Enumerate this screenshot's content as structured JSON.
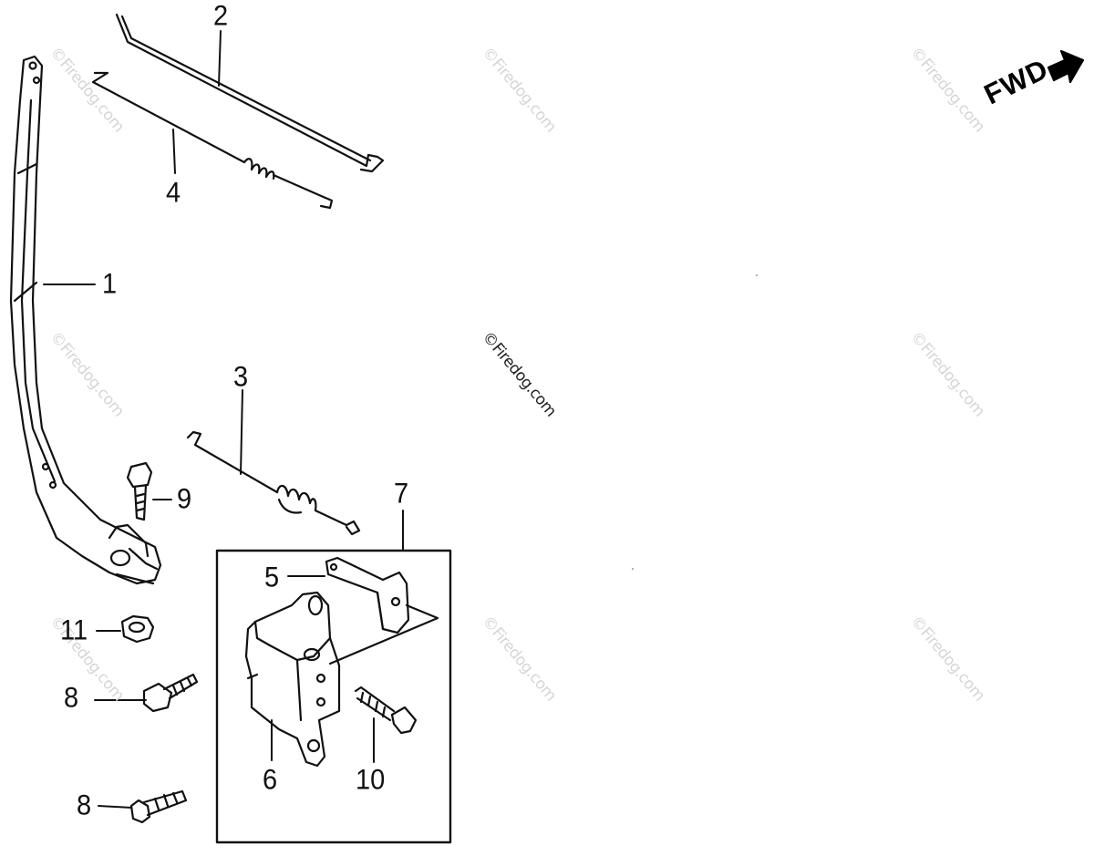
{
  "callouts": {
    "c1": "1",
    "c2": "2",
    "c3": "3",
    "c4": "4",
    "c5": "5",
    "c6": "6",
    "c7": "7",
    "c8a": "8",
    "c8b": "8",
    "c9": "9",
    "c10": "10",
    "c11": "11"
  },
  "direction_label": "FWD",
  "watermark": "©Firedog.com",
  "colors": {
    "ink": "#111111",
    "watermark_faint": "#d6d6d6",
    "watermark_dark": "#222222"
  }
}
